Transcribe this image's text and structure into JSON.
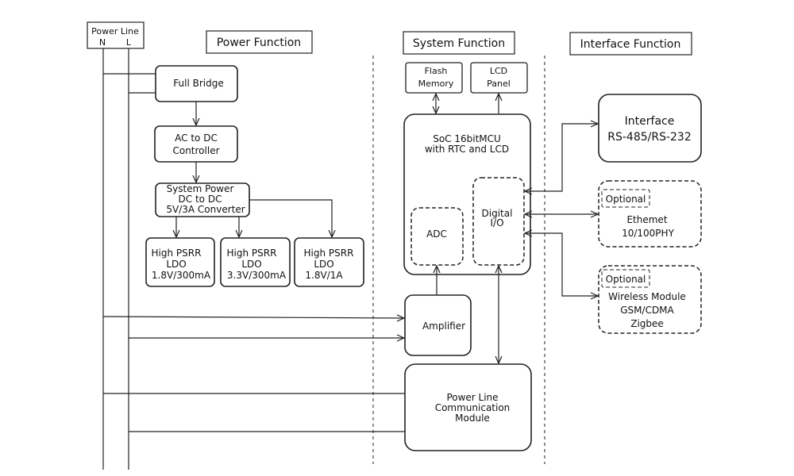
{
  "power_line": {
    "title": "Power Line",
    "n": "N",
    "l": "L"
  },
  "headers": {
    "power": "Power Function",
    "system": "System Function",
    "interface": "Interface Function"
  },
  "blocks": {
    "full_bridge": "Full Bridge",
    "ac_dc": [
      "AC to DC",
      "Controller"
    ],
    "sys_power": [
      "System Power",
      "DC to DC",
      "5V/3A Converter"
    ],
    "ldo1": [
      "High PSRR",
      "LDO",
      "1.8V/300mA"
    ],
    "ldo2": [
      "High PSRR",
      "LDO",
      "3.3V/300mA"
    ],
    "ldo3": [
      "High PSRR",
      "LDO",
      "1.8V/1A"
    ],
    "flash": [
      "Flash",
      "Memory"
    ],
    "lcd": [
      "LCD",
      "Panel"
    ],
    "soc": [
      "SoC 16bitMCU",
      "with RTC and LCD"
    ],
    "adc": "ADC",
    "dio": [
      "Digital",
      "I/O"
    ],
    "amplifier": "Amplifier",
    "plc": [
      "Power Line",
      "Communication",
      "Module"
    ],
    "interface": [
      "Interface",
      "RS-485/RS-232"
    ],
    "ethernet": {
      "tag": "Optional",
      "lines": [
        "Ethemet",
        "10/100PHY"
      ]
    },
    "wireless": {
      "tag": "Optional",
      "lines": [
        "Wireless Module",
        "GSM/CDMA",
        "Zigbee"
      ]
    }
  }
}
